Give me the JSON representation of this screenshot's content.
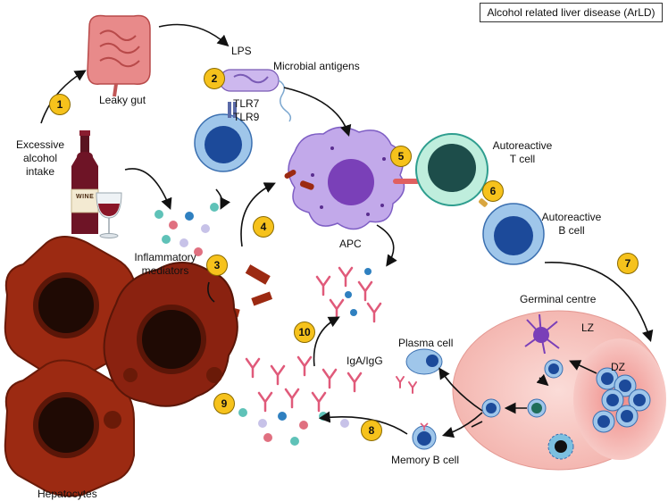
{
  "title": "Alcohol related liver disease (ArLD)",
  "steps": [
    "1",
    "2",
    "3",
    "4",
    "5",
    "6",
    "7",
    "8",
    "9",
    "10"
  ],
  "labels": {
    "leaky_gut": "Leaky gut",
    "excessive_line1": "Excessive",
    "excessive_line2": "alcohol",
    "excessive_line3": "intake",
    "lps": "LPS",
    "microbial_antigens": "Microbial antigens",
    "tlr7": "TLR7",
    "tlr9": "TLR9",
    "inflammatory_line1": "Inflammatory",
    "inflammatory_line2": "mediators",
    "apc": "APC",
    "autoreactive_t_line1": "Autoreactive",
    "autoreactive_t_line2": "T cell",
    "autoreactive_b_line1": "Autoreactive",
    "autoreactive_b_line2": "B cell",
    "germinal_centre": "Germinal centre",
    "lz": "LZ",
    "dz": "DZ",
    "plasma_cell": "Plasma cell",
    "iga_igg": "IgA/IgG",
    "memory_b_cell": "Memory B cell",
    "hepatocytes": "Hepatocytes",
    "wine_label": "WINE"
  },
  "colors": {
    "step_badge": "#f6c21c",
    "hepatocyte": "#9c2a12",
    "apc": "#b79ae0",
    "t_cell": "#2f9e8f",
    "b_cell": "#1a4ea0",
    "antibody": "#e05a7a",
    "germinal_centre": "#f7c9c5"
  }
}
